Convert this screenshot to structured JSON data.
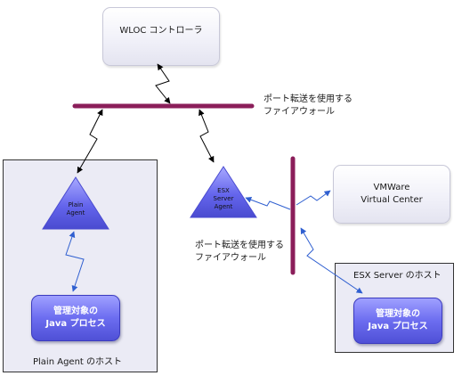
{
  "controller": {
    "label": "WLOC コントローラ"
  },
  "firewall_top": {
    "label": "ポート転送を使用する\nファイアウォール"
  },
  "firewall_right": {
    "label": "ポート転送を使用する\nファイアウォール"
  },
  "plain_host": {
    "label": "Plain Agent のホスト",
    "agent_label": "Plain\nAgent",
    "process_label": "管理対象の\nJava プロセス"
  },
  "esx_agent": {
    "label": "ESX\nServer\nAgent"
  },
  "vcenter": {
    "label": "VMWare\nVirtual Center"
  },
  "esx_host": {
    "label": "ESX Server のホスト",
    "process_label": "管理対象の\nJava プロセス"
  },
  "colors": {
    "firewall_bar": "#8b1e5a",
    "agent_triangle": "#5f60e8",
    "process_box": "#6c6df0",
    "blue_link": "#2f5fd0",
    "black_link": "#000000",
    "host_background": "#ebebf5"
  }
}
